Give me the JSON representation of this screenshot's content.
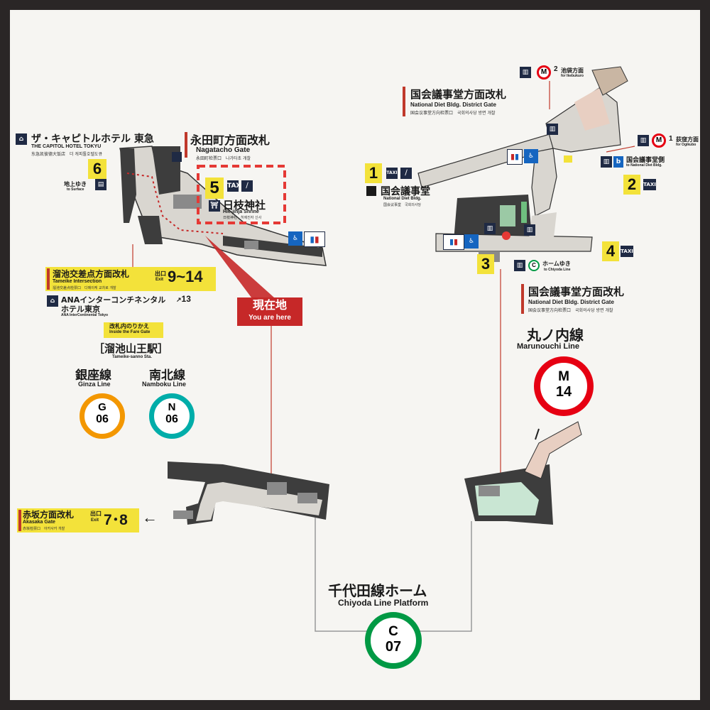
{
  "left_area": {
    "hotel_capitol": {
      "jp": "ザ・キャピトルホテル 東急",
      "en": "THE CAPITOL HOTEL TOKYU",
      "sub": "东急凯彼德大饭店　더 캐피톨호텔도큐",
      "exit": "6"
    },
    "surface": {
      "jp": "地上ゆき",
      "en": "to Surface"
    },
    "nagatacho_gate": {
      "jp": "永田町方面改札",
      "en": "Nagatacho Gate",
      "sub": "永田町检票口　나가타초 개찰"
    },
    "hiejinja": {
      "exit": "5",
      "jp": "日枝神社",
      "en": "Hie-jinja Shrine",
      "sub": "日枝神社　히에진자 신사"
    },
    "tameike_gate": {
      "jp": "溜池交差点方面改札",
      "en": "Tameike Intersection",
      "sub": "溜池交差点检票口　다메이케 교차로 개찰",
      "exit_label": "出口",
      "exit_en": "Exit",
      "exit_range": "9~14"
    },
    "ana_hotel": {
      "jp1": "ANAインターコンチネンタル",
      "jp2": "ホテル東京",
      "en": "ANA InterContinental Tokyo",
      "exit": "13"
    },
    "transfer": {
      "jp": "改札内のりかえ",
      "en": "Inside the Fare Gate"
    },
    "station_name": {
      "jp": "［溜池山王駅］",
      "en": "Tameike-sanno Sta."
    },
    "ginza": {
      "jp": "銀座線",
      "en": "Ginza Line",
      "letter": "G",
      "num": "06",
      "color": "#f39700"
    },
    "namboku": {
      "jp": "南北線",
      "en": "Namboku Line",
      "letter": "N",
      "num": "06",
      "color": "#00ada9"
    }
  },
  "you_are_here": {
    "jp": "現在地",
    "en": "You are here"
  },
  "akasaka": {
    "jp": "赤坂方面改札",
    "en": "Akasaka Gate",
    "sub": "赤坂检票口　아카사카 개찰",
    "exit_label": "出口",
    "exit_en": "Exit",
    "exit_range": "7･8",
    "arrow": "←"
  },
  "right_area": {
    "ikebukuro": {
      "num": "2",
      "jp": "池袋方面",
      "en": "for Ikebukuro"
    },
    "ogikubo": {
      "num": "1",
      "jp": "荻窪方面",
      "en": "for Ogikubo"
    },
    "diet_gate_top": {
      "jp": "国会議事堂方面改札",
      "en": "National Diet Bldg. District Gate",
      "sub": "国会议事堂方向检票口　국회의사당 방면 개찰"
    },
    "diet_bldg": {
      "exit": "1",
      "jp": "国会議事堂",
      "en": "National Diet Bldg.",
      "sub": "国会议事堂　국회의사당"
    },
    "diet_side": {
      "jp": "国会議事堂側",
      "en": "to National Diet Bldg."
    },
    "exit2": "2",
    "exit3": "3",
    "exit4": "4",
    "home_yuki": {
      "jp": "ホームゆき",
      "en": "to Chiyoda Line",
      "letter": "C"
    },
    "diet_gate_bottom": {
      "jp": "国会議事堂方面改札",
      "en": "National Diet Bldg. District Gate",
      "sub": "国会议事堂方向检票口　국회의사당 방면 개찰"
    },
    "marunouchi": {
      "jp": "丸ノ内線",
      "en": "Marunouchi Line",
      "letter": "M",
      "num": "14",
      "color": "#e60012"
    }
  },
  "chiyoda": {
    "jp": "千代田線ホーム",
    "en": "Chiyoda Line Platform",
    "letter": "C",
    "num": "07",
    "color": "#009944"
  },
  "icons": {
    "taxi": "TAXI",
    "b_label": "b"
  }
}
